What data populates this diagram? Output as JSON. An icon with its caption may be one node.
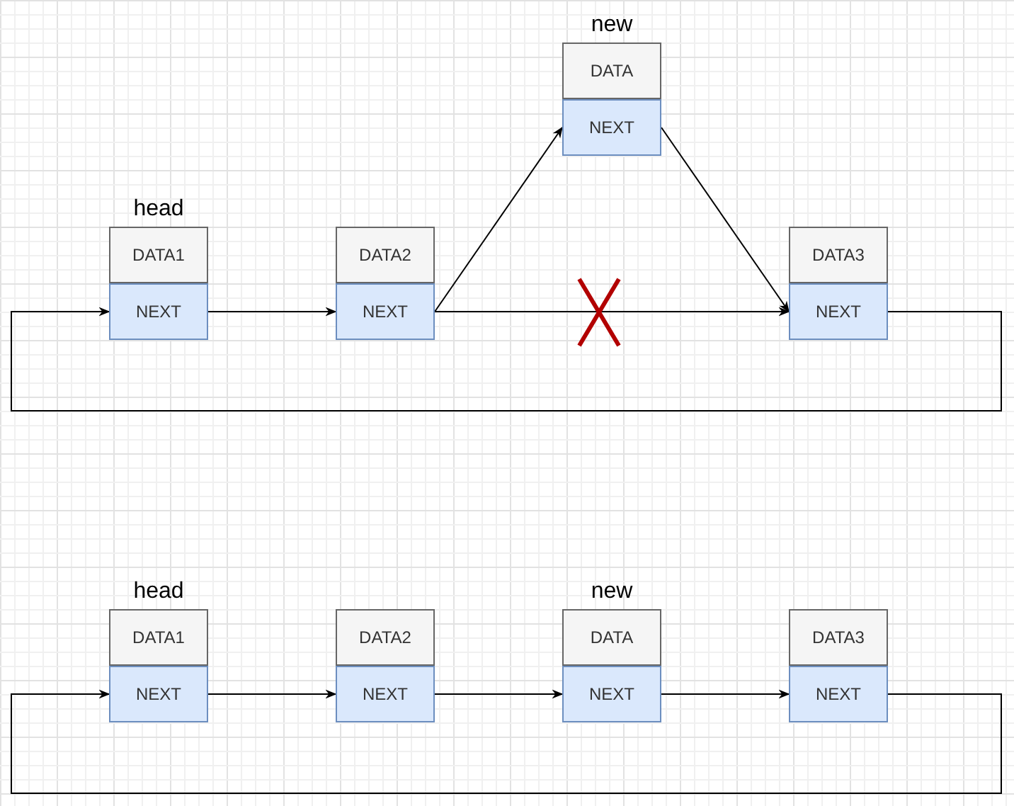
{
  "diagram": {
    "nodes": [
      {
        "text": [
          "DATA1"
        ],
        "beside": [
          "head"
        ]
      },
      {
        "text": [
          "NEXT"
        ]
      },
      {
        "text": [
          "DATA2"
        ]
      },
      {
        "text": [
          "NEXT"
        ]
      },
      {
        "text": [
          "DATA"
        ],
        "beside": [
          "new"
        ]
      },
      {
        "text": [
          "NEXT"
        ]
      },
      {
        "text": [
          "DATA3"
        ]
      },
      {
        "text": [
          "NEXT"
        ]
      },
      {
        "text": [
          "DATA1"
        ],
        "beside": [
          "head"
        ]
      },
      {
        "text": [
          "NEXT"
        ]
      },
      {
        "text": [
          "DATA2"
        ]
      },
      {
        "text": [
          "NEXT"
        ]
      },
      {
        "text": [
          "DATA"
        ],
        "beside": [
          "new"
        ]
      },
      {
        "text": [
          "NEXT"
        ]
      },
      {
        "text": [
          "DATA3"
        ]
      },
      {
        "text": [
          "NEXT"
        ]
      }
    ],
    "edges": [
      {
        "from": 1,
        "to": 3,
        "arrow": "to"
      },
      {
        "from": 3,
        "to": 5,
        "arrow": "to"
      },
      {
        "from": 3,
        "to": 7,
        "arrow": "to"
      },
      {
        "from": 5,
        "to": 7,
        "arrow": "to"
      },
      {
        "from": 7,
        "to": 1,
        "arrow": "to"
      },
      {
        "from": 9,
        "to": 11,
        "arrow": "to"
      },
      {
        "from": 11,
        "to": 13,
        "arrow": "to"
      },
      {
        "from": 13,
        "to": 15,
        "arrow": "to"
      },
      {
        "from": 15,
        "to": 9,
        "arrow": "to"
      }
    ]
  }
}
